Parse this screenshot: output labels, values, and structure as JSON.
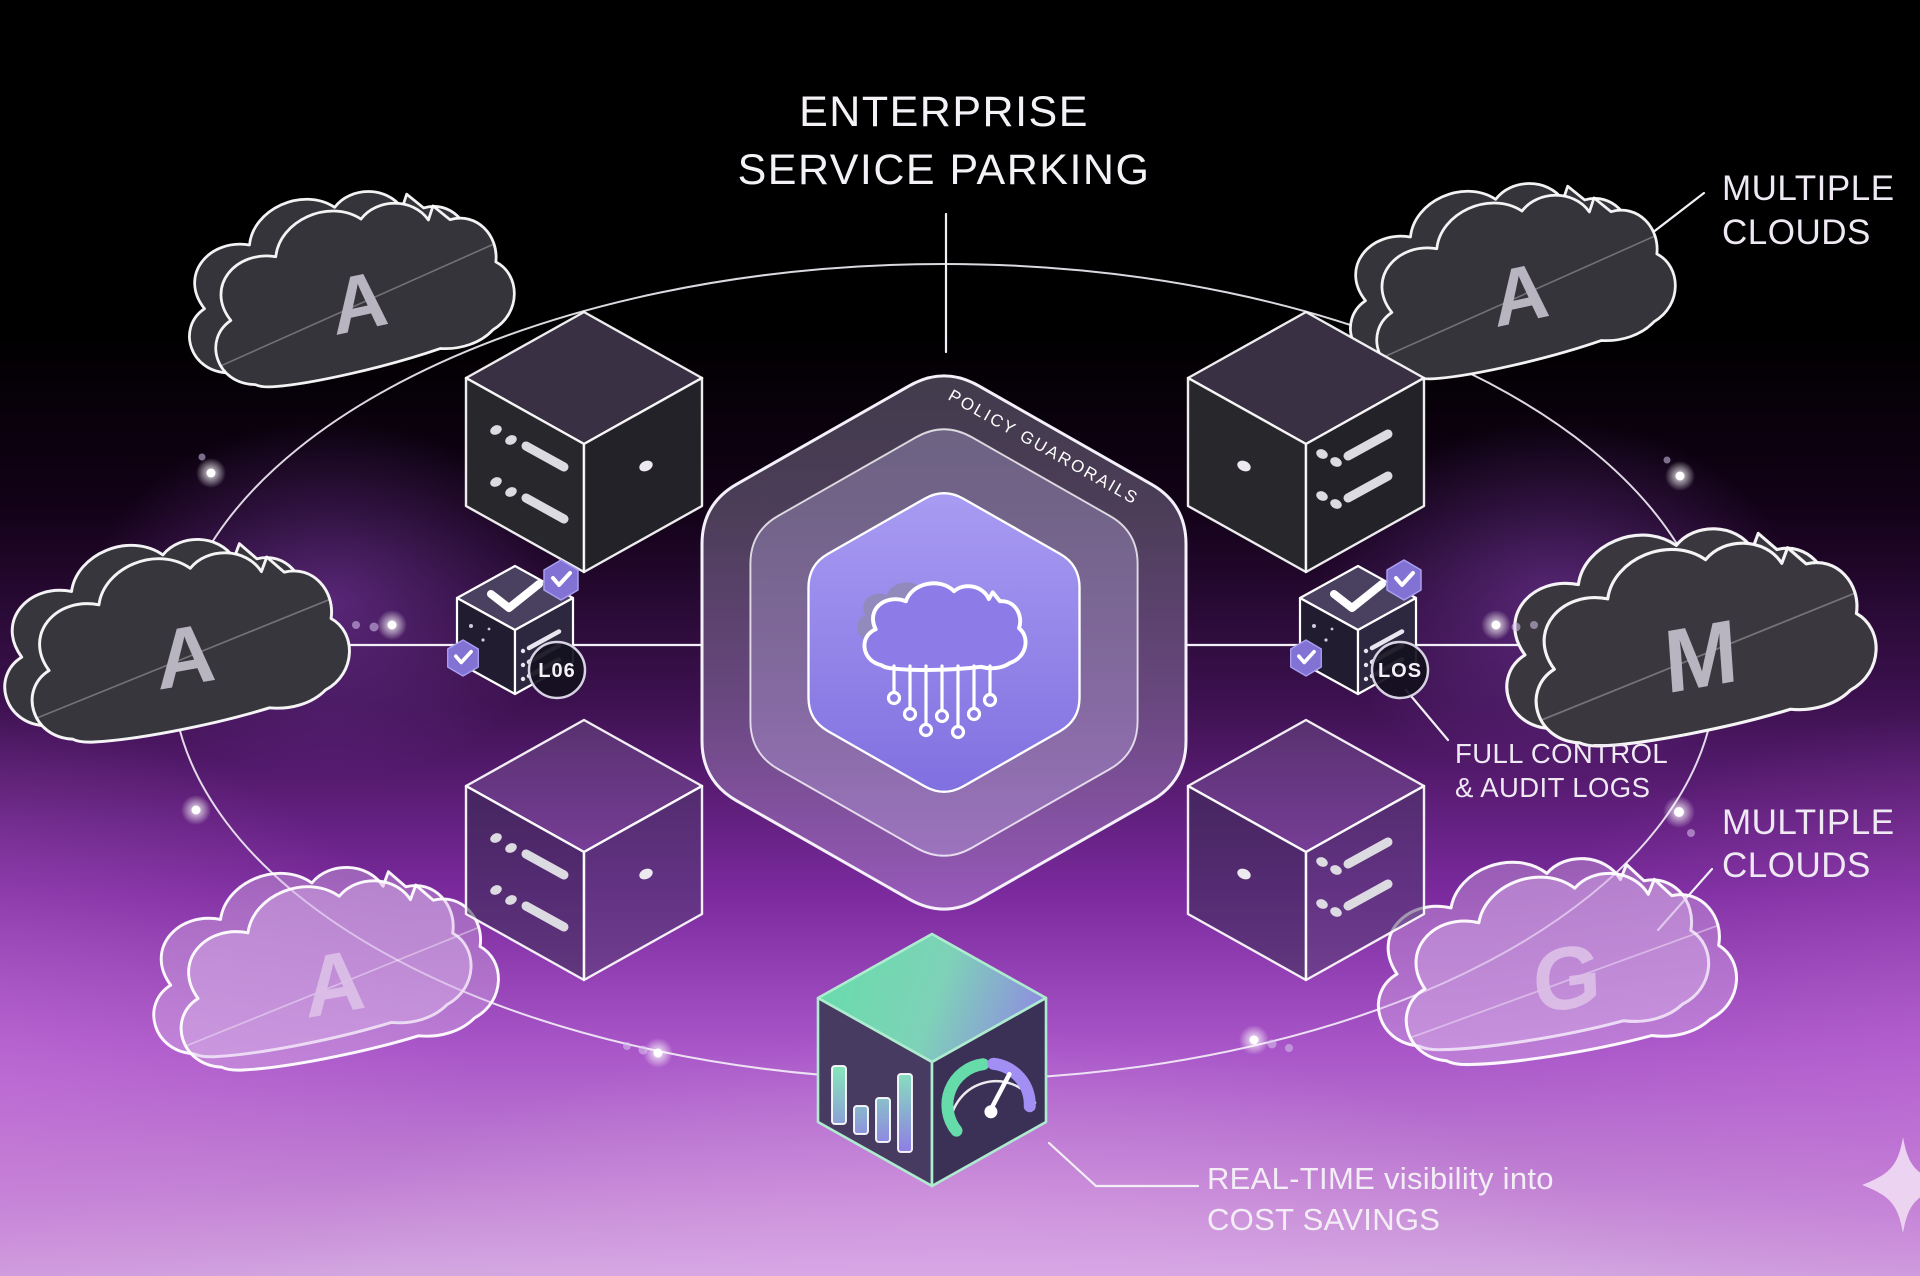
{
  "title": {
    "line1": "ENTERPRISE",
    "line2": "SERVICE PARKING"
  },
  "hexagon": {
    "band_label": "POLICY GUARORAILS",
    "icon": "cloud-circuit-icon"
  },
  "callouts": {
    "multiple_clouds_top": {
      "line1": "MULTIPLE",
      "line2": "CLOUDS"
    },
    "multiple_clouds_right": {
      "line1": "MULTIPLE",
      "line2": "CLOUDS"
    },
    "full_control": {
      "line1": "FULL CONTROL",
      "line2": "& AUDIT LOGS"
    },
    "cost_savings": {
      "line1": "REAL-TIME visibility into",
      "line2": "COST SAVINGS"
    }
  },
  "clouds": {
    "top_left": {
      "letter": "A"
    },
    "top_right": {
      "letter": "A"
    },
    "mid_left": {
      "letter": "A"
    },
    "mid_right": {
      "letter": "M"
    },
    "bottom_left": {
      "letter": "A"
    },
    "bottom_right": {
      "letter": "G"
    }
  },
  "validators": {
    "left": {
      "badge": "L06"
    },
    "right": {
      "badge": "LOS"
    }
  },
  "icons": {
    "center": "cloud-circuit-icon",
    "cost_cube": [
      "bar-chart-icon",
      "gauge-icon"
    ],
    "validator": "checkmark-icon",
    "decor": [
      "sparkle-icon",
      "data-packet-dots"
    ]
  },
  "colors": {
    "background_top": "#000000",
    "background_bottom": "#d2a8df",
    "hex_inner": "#8d7ce8",
    "accent_green": "#6fdfae",
    "accent_purple": "#9d8bf2",
    "outline": "#ffffff",
    "cloud_dark": "#36343b",
    "text": "#f2eef6"
  }
}
